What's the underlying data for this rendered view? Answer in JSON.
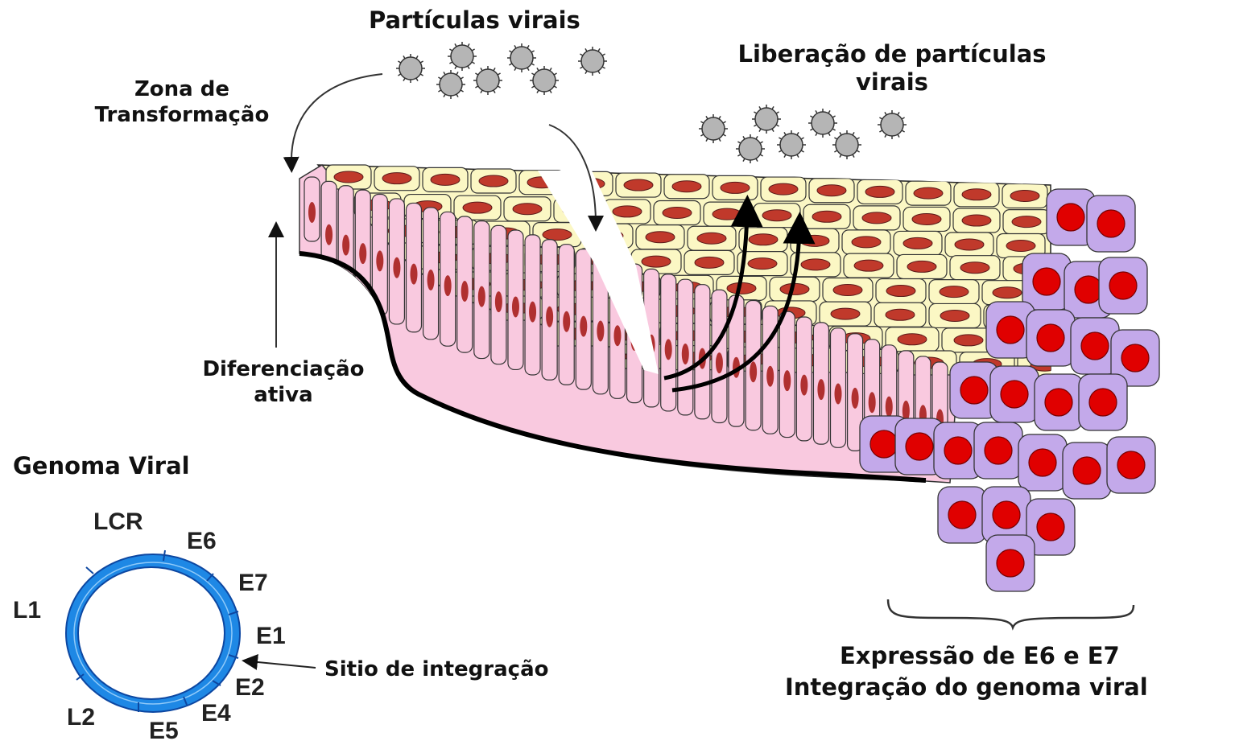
{
  "labels": {
    "particulas_virais": "Partículas virais",
    "liberacao": "Liberação de partículas virais",
    "zona": "Zona de Transformação",
    "diferenciacao": "Diferenciação ativa",
    "genoma_title": "Genoma Viral",
    "sitio": "Sitio de integração",
    "expressao": "Expressão de E6 e E7",
    "integracao": "Integração do genoma viral"
  },
  "genome_regions": [
    "LCR",
    "E6",
    "E7",
    "E1",
    "E2",
    "E4",
    "E5",
    "L2",
    "L1"
  ],
  "colors": {
    "superficial_cell": "#fbf7c4",
    "superficial_nucleus": "#c0392b",
    "basal_cell": "#f9c9df",
    "basal_nucleus": "#b03030",
    "transformed_cell": "#c3a9ea",
    "transformed_nucleus": "#e00000",
    "virus": "#b5b5b5",
    "genome_ring": "#1e88e5",
    "basement_membrane": "#000000"
  }
}
